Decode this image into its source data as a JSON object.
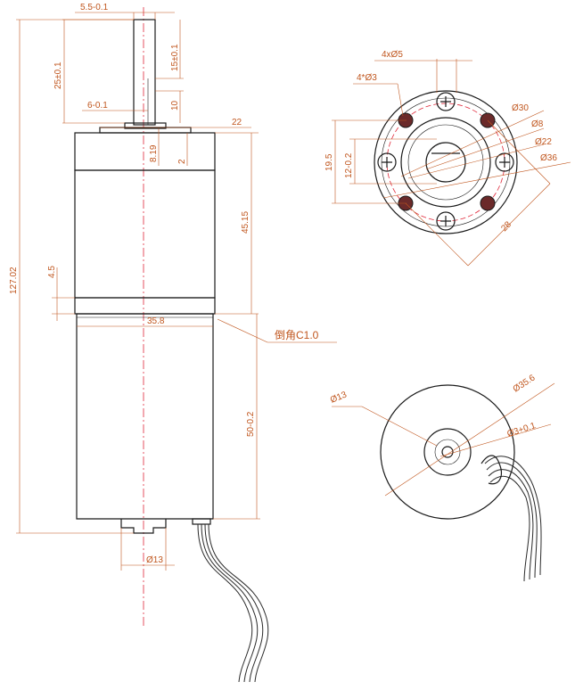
{
  "colors": {
    "dimension": "#c0561e",
    "outline": "#1a1a1a",
    "centerline": "#e0283a",
    "hole_fill": "#6b2a2a"
  },
  "side_view": {
    "dim_shaft_width": "5.5-0.1",
    "dim_shaft_length": "25±0.1",
    "dim_shaft_flat_length": "15±0.1",
    "dim_flat": "6-0.1",
    "dim_boss_height": "10",
    "dim_gear_offset": "8.19",
    "dim_boss_step": "2",
    "dim_gear_diameter": "22",
    "dim_gearbox_length": "45.15",
    "dim_total_length": "127.02",
    "dim_joint": "4.5",
    "dim_body_width": "35.8",
    "dim_motor_length": "50-0.2",
    "dim_chamfer": "倒角C1.0",
    "dim_rear_boss": "Ø13"
  },
  "front_view": {
    "dim_outer_hole_spacing": "4xØ5",
    "dim_inner_holes": "4*Ø3",
    "dim_bolt_circle_30": "Ø30",
    "dim_shaft_8": "Ø8",
    "dim_bolt_circle_22": "Ø22",
    "dim_outer_36": "Ø36",
    "dim_height_19_5": "19.5",
    "dim_height_12": "12-0.2",
    "dim_hole_span_28": "28"
  },
  "rear_view": {
    "dim_boss_13": "Ø13",
    "dim_outer_35_6": "Ø35.6",
    "dim_bore_3": "Ø3+0.1"
  }
}
